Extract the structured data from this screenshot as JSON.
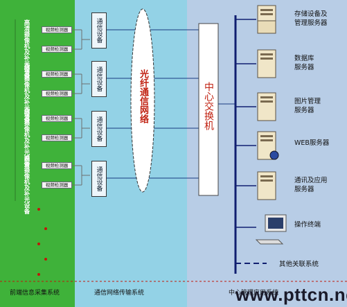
{
  "zones": {
    "front_color": "#3fb23a",
    "net_color": "#93d2e6",
    "center_color": "#b8cde6"
  },
  "front_groups": [
    {
      "camera_label": "高清摄像机及补光设备",
      "detectors": [
        "视频检测器",
        "视频检测器"
      ]
    },
    {
      "camera_label": "高清摄像机及补光设备",
      "detectors": [
        "视频检测器",
        "视频检测器"
      ]
    },
    {
      "camera_label": "高清摄像机及补光设备",
      "detectors": [
        "视频检测器",
        "视频检测器"
      ]
    },
    {
      "camera_label": "高清摄像机及补光设备",
      "detectors": [
        "视频检测器",
        "视频检测器"
      ]
    }
  ],
  "comm_device_label": "通信设备",
  "fiber_network_label": "光纤通信网络",
  "center_switch_label": "中心交换机",
  "servers": [
    {
      "label": "存储设备及\n管理服务器",
      "icon": "server-rack-icon"
    },
    {
      "label": "数据库\n服务器",
      "icon": "server-tower-icon"
    },
    {
      "label": "图片管理\n服务器",
      "icon": "server-tower-icon"
    },
    {
      "label": "WEB服务器",
      "icon": "server-web-icon"
    },
    {
      "label": "通讯及应用\n服务器",
      "icon": "server-tower-icon"
    },
    {
      "label": "操作终端",
      "icon": "computer-terminal-icon"
    }
  ],
  "other_systems_label": "其他关联系统",
  "footer": {
    "front": "前端信息采集系统",
    "net": "通信网络传输系统",
    "center": "中心管理应用系统"
  },
  "watermark": "www.pttcn.net"
}
